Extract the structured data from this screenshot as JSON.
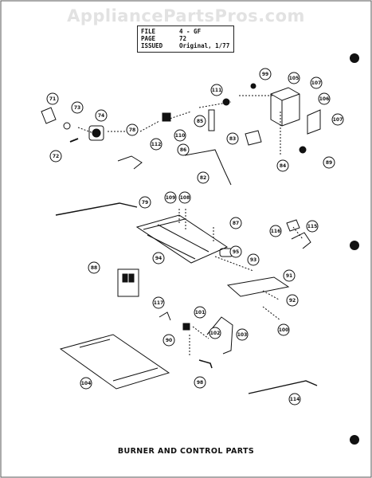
{
  "watermark": "AppliancePartsPros.com",
  "info": {
    "file_label": "FILE",
    "file_value": "4 - GF",
    "page_label": "PAGE",
    "page_value": "72",
    "issued_label": "ISSUED",
    "issued_value": "Original, 1/77"
  },
  "caption": "BURNER AND CONTROL PARTS",
  "callouts": {
    "c71": "71",
    "c73": "73",
    "c74": "74",
    "c72": "72",
    "c78": "78",
    "c112": "112",
    "c110": "110",
    "c85": "85",
    "c86": "86",
    "c111": "111",
    "c99": "99",
    "c105": "105",
    "c107a": "107",
    "c106": "106",
    "c107b": "107",
    "c83": "83",
    "c84": "84",
    "c89": "89",
    "c82": "82",
    "c79": "79",
    "c109": "109",
    "c108": "108",
    "c87": "87",
    "c116": "116",
    "c115": "115",
    "c94": "94",
    "c95": "95",
    "c93": "93",
    "c91": "91",
    "c92": "92",
    "c88": "88",
    "c117": "117",
    "c101": "101",
    "c102": "102",
    "c103": "103",
    "c100": "100",
    "c90": "90",
    "c98": "98",
    "c104": "104",
    "c114": "114"
  }
}
